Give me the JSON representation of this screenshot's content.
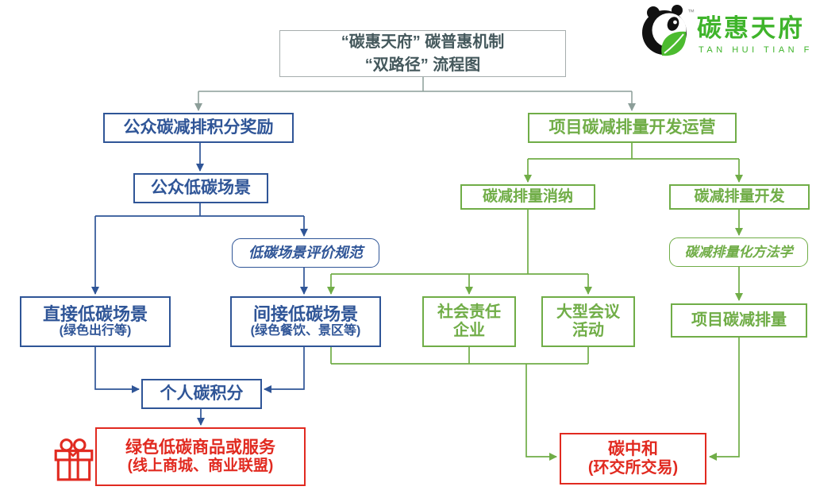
{
  "title": {
    "line1": "“碳惠天府” 碳普惠机制",
    "line2": "“双路径” 流程图"
  },
  "logo": {
    "name": "碳惠天府",
    "subtitle": "TAN HUI TIAN FU",
    "tm": "™"
  },
  "nodes": {
    "public_reward": {
      "label": "公众碳减排积分奖励"
    },
    "public_scene": {
      "label": "公众低碳场景"
    },
    "eval_standard": {
      "label": "低碳场景评价规范"
    },
    "direct_scene": {
      "label": "直接低碳场景",
      "sub": "(绿色出行等)"
    },
    "indirect_scene": {
      "label": "间接低碳场景",
      "sub": "(绿色餐饮、景区等)"
    },
    "personal_credit": {
      "label": "个人碳积分"
    },
    "green_goods": {
      "label": "绿色低碳商品或服务",
      "sub": "(线上商城、商业联盟)"
    },
    "project_dev": {
      "label": "项目碳减排量开发运营"
    },
    "consume": {
      "label": "碳减排量消纳"
    },
    "develop": {
      "label": "碳减排量开发"
    },
    "methodology": {
      "label": "碳减排量化方法学"
    },
    "project_reduction": {
      "label": "项目碳减排量"
    },
    "csr": {
      "line1": "社会责任",
      "line2": "企业"
    },
    "conference": {
      "line1": "大型会议",
      "line2": "活动"
    },
    "carbon_neutral": {
      "label": "碳中和",
      "sub": "(环交所交易)"
    }
  },
  "colors": {
    "blue": "#2F5597",
    "green": "#70AD47",
    "red": "#E12A20",
    "gray": "#8C9E99",
    "logo_green": "#3FB42B",
    "title_text": "#44585C",
    "title_border": "#A6ADAD"
  }
}
